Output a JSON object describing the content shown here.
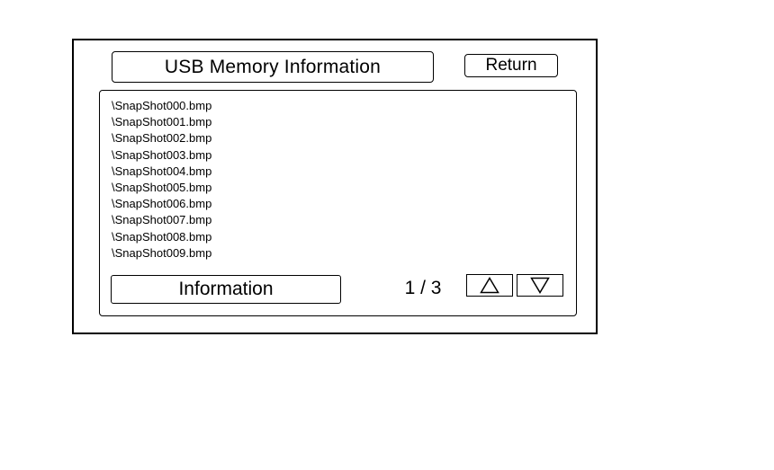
{
  "header": {
    "title": "USB Memory Information",
    "return_label": "Return"
  },
  "file_list": [
    "\\SnapShot000.bmp",
    "\\SnapShot001.bmp",
    "\\SnapShot002.bmp",
    "\\SnapShot003.bmp",
    "\\SnapShot004.bmp",
    "\\SnapShot005.bmp",
    "\\SnapShot006.bmp",
    "\\SnapShot007.bmp",
    "\\SnapShot008.bmp",
    "\\SnapShot009.bmp"
  ],
  "footer": {
    "information_label": "Information",
    "page_indicator": "1 / 3"
  },
  "icons": {
    "scroll_up": "triangle-up-outline-icon",
    "scroll_down": "triangle-down-outline-icon"
  }
}
